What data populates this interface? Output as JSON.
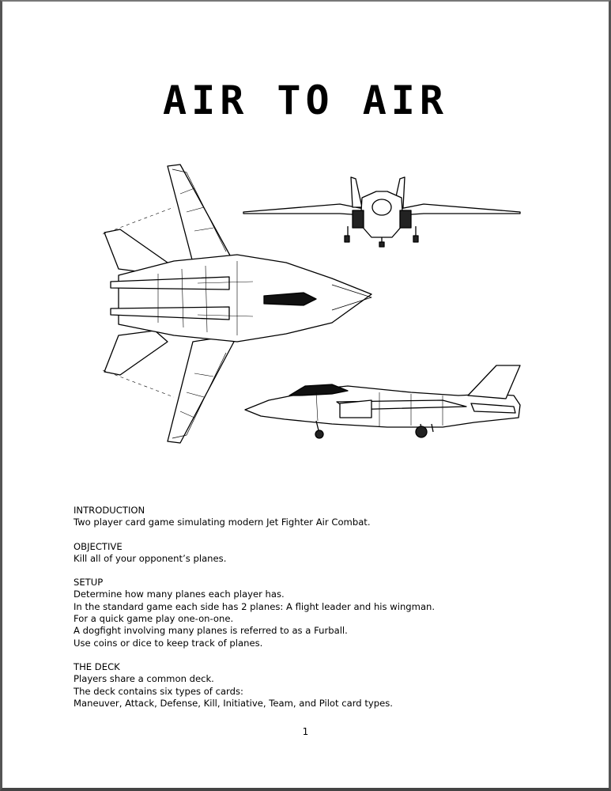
{
  "document": {
    "title": "AIR TO AIR",
    "illustration_icon": "fighter-jet-three-view-icon",
    "sections": [
      {
        "heading": "INTRODUCTION",
        "lines": [
          "Two player card game simulating modern Jet Fighter Air Combat."
        ]
      },
      {
        "heading": "OBJECTIVE",
        "lines": [
          "Kill all of your opponent’s planes."
        ]
      },
      {
        "heading": "SETUP",
        "lines": [
          "Determine how many planes each player has.",
          "In the standard game each side has 2 planes: A flight leader and his wingman.",
          "For a quick game play one-on-one.",
          "A dogfight involving many planes is referred to as a Furball.",
          "Use coins or dice to keep track of planes."
        ]
      },
      {
        "heading": "THE DECK",
        "lines": [
          "Players share a common deck.",
          "The deck contains six types of cards:",
          "Maneuver, Attack, Defense, Kill, Initiative, Team, and Pilot card types."
        ]
      }
    ],
    "page_number": "1"
  }
}
